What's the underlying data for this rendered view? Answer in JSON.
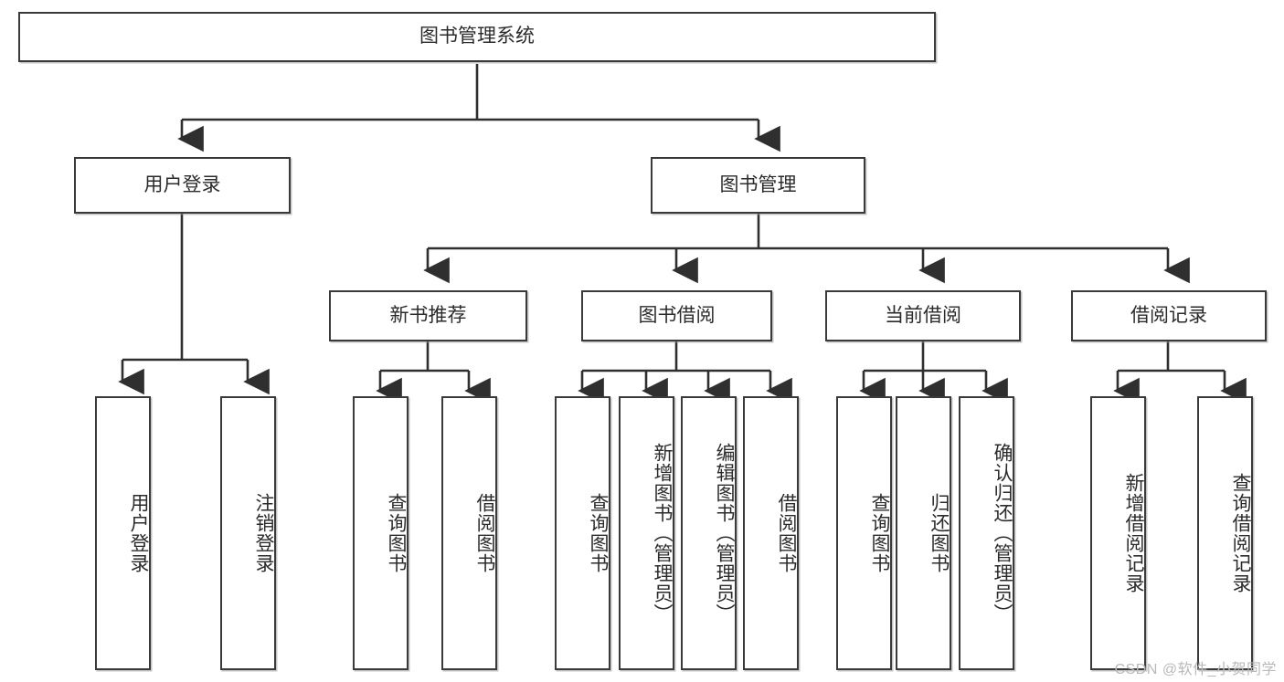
{
  "diagram": {
    "title": "图书管理系统",
    "type": "tree-hierarchy",
    "root": {
      "label": "图书管理系统"
    },
    "level2": [
      {
        "label": "用户登录"
      },
      {
        "label": "图书管理"
      }
    ],
    "level3": [
      {
        "label": "新书推荐"
      },
      {
        "label": "图书借阅"
      },
      {
        "label": "当前借阅"
      },
      {
        "label": "借阅记录"
      }
    ],
    "leaves": {
      "user_login": [
        {
          "label": "用户登录"
        },
        {
          "label": "注销登录"
        }
      ],
      "new_book_recommend": [
        {
          "label": "查询图书"
        },
        {
          "label": "借阅图书"
        }
      ],
      "book_borrow": [
        {
          "label": "查询图书"
        },
        {
          "label": "新增图书（管理员）"
        },
        {
          "label": "编辑图书（管理员）"
        },
        {
          "label": "借阅图书"
        }
      ],
      "current_borrow": [
        {
          "label": "查询图书"
        },
        {
          "label": "归还图书"
        },
        {
          "label": "确认归还（管理员）"
        }
      ],
      "borrow_records": [
        {
          "label": "新增借阅记录"
        },
        {
          "label": "查询借阅记录"
        }
      ]
    }
  },
  "watermark": {
    "text": "CSDN @软件_小贺同学"
  },
  "colors": {
    "box_border": "#3a3a3a",
    "box_fill": "#ffffff",
    "edge": "#2f2f2f",
    "text": "#2b2b2b",
    "watermark": "#b9b9b9"
  }
}
